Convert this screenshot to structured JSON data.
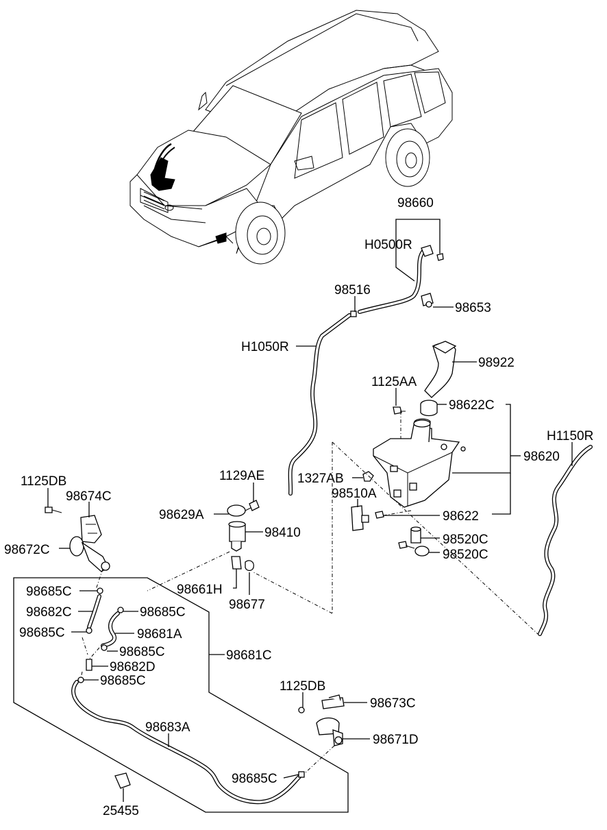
{
  "labels": [
    {
      "id": "98660",
      "text": "98660"
    },
    {
      "id": "H0500R",
      "text": "H0500R"
    },
    {
      "id": "98516",
      "text": "98516"
    },
    {
      "id": "98653",
      "text": "98653"
    },
    {
      "id": "H1050R",
      "text": "H1050R"
    },
    {
      "id": "98922",
      "text": "98922"
    },
    {
      "id": "1125AA",
      "text": "1125AA"
    },
    {
      "id": "98622C",
      "text": "98622C"
    },
    {
      "id": "H1150R",
      "text": "H1150R"
    },
    {
      "id": "98620",
      "text": "98620"
    },
    {
      "id": "1327AB",
      "text": "1327AB"
    },
    {
      "id": "98510A",
      "text": "98510A"
    },
    {
      "id": "98622",
      "text": "98622"
    },
    {
      "id": "98520C_a",
      "text": "98520C"
    },
    {
      "id": "98520C_b",
      "text": "98520C"
    },
    {
      "id": "1125DB_a",
      "text": "1125DB"
    },
    {
      "id": "98674C",
      "text": "98674C"
    },
    {
      "id": "1129AE",
      "text": "1129AE"
    },
    {
      "id": "98629A",
      "text": "98629A"
    },
    {
      "id": "98410",
      "text": "98410"
    },
    {
      "id": "98672C",
      "text": "98672C"
    },
    {
      "id": "98661H",
      "text": "98661H"
    },
    {
      "id": "98677",
      "text": "98677"
    },
    {
      "id": "98685C_a",
      "text": "98685C"
    },
    {
      "id": "98682C",
      "text": "98682C"
    },
    {
      "id": "98685C_b",
      "text": "98685C"
    },
    {
      "id": "98685C_c",
      "text": "98685C"
    },
    {
      "id": "98681A",
      "text": "98681A"
    },
    {
      "id": "98685C_d",
      "text": "98685C"
    },
    {
      "id": "98681C",
      "text": "98681C"
    },
    {
      "id": "98682D",
      "text": "98682D"
    },
    {
      "id": "98685C_e",
      "text": "98685C"
    },
    {
      "id": "1125DB_b",
      "text": "1125DB"
    },
    {
      "id": "98673C",
      "text": "98673C"
    },
    {
      "id": "98683A",
      "text": "98683A"
    },
    {
      "id": "98671D",
      "text": "98671D"
    },
    {
      "id": "98685C_f",
      "text": "98685C"
    },
    {
      "id": "25455",
      "text": "25455"
    }
  ]
}
